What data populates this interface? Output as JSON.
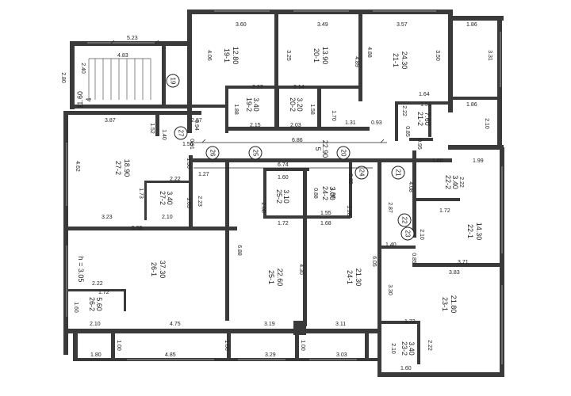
{
  "rooms": [
    {
      "id": "r19_1",
      "number": "19-1",
      "area": "12.80"
    },
    {
      "id": "r20_1",
      "number": "20-1",
      "area": "13.90"
    },
    {
      "id": "r21_1",
      "number": "21-1",
      "area": "24.30"
    },
    {
      "id": "r19_2",
      "number": "19-2",
      "area": "3.40"
    },
    {
      "id": "r20_2",
      "number": "20-2",
      "area": "3.20"
    },
    {
      "id": "r21_2",
      "number": "21-2",
      "area": "7.60"
    },
    {
      "id": "r27_2",
      "number": "27-2",
      "area": "18.90"
    },
    {
      "id": "r27_2b",
      "number": "27-2",
      "area": "3.40"
    },
    {
      "id": "r5",
      "number": "5",
      "area": "22.90"
    },
    {
      "id": "r25_2",
      "number": "25-2",
      "area": "3.10"
    },
    {
      "id": "r24_2",
      "number": "24-2",
      "area": "3.00"
    },
    {
      "id": "r22_2",
      "number": "22-2",
      "area": "3.40"
    },
    {
      "id": "r22_1",
      "number": "22-1",
      "area": "14.30"
    },
    {
      "id": "r26_1",
      "number": "26-1",
      "area": "37.30"
    },
    {
      "id": "r25_1",
      "number": "25-1",
      "area": "22.60"
    },
    {
      "id": "r24_1",
      "number": "24-1",
      "area": "21.30"
    },
    {
      "id": "r23_1",
      "number": "23-1",
      "area": "21.80"
    },
    {
      "id": "r26_2",
      "number": "26-2",
      "area": "5.60"
    },
    {
      "id": "r23_2",
      "number": "23-2",
      "area": "3.40"
    },
    {
      "id": "r4",
      "number": "4",
      "area": "11.60"
    }
  ],
  "markers": [
    "19",
    "27",
    "26",
    "25",
    "20",
    "24",
    "21",
    "22",
    "23"
  ],
  "height_note": "h = 3.05",
  "dimensions": {
    "d523": "5.23",
    "d483": "4.83",
    "d360": "3.60",
    "d349": "3.49",
    "d357": "3.57",
    "d186a": "1.86",
    "d406": "4.06",
    "d325": "3.25",
    "d489": "4.89",
    "d488": "4.88",
    "d350": "3.50",
    "d331": "3.31",
    "d240": "2.40",
    "d280": "2.80",
    "d227": "2.27",
    "d214": "2.14",
    "d188a": "1.88",
    "d158": "1.58",
    "d170": "1.70",
    "d164": "1.64",
    "d151": "1.51",
    "d186b": "1.86",
    "d222a": "2.22",
    "d210a": "2.10",
    "d387": "3.87",
    "d152": "1.52",
    "d287": "2.87",
    "d215": "2.15",
    "d203": "2.03",
    "d131": "1.31",
    "d093": "0.93",
    "d140": "1.40",
    "d156": "1.56",
    "d094": "0.94",
    "d085a": "0.85",
    "d095": "0.95",
    "d686": "6.86",
    "d462": "4.62",
    "d091": "0.91",
    "d130": "1.30",
    "d674": "6.74",
    "d160a": "1.60",
    "d160b": "1.60",
    "d199": "1.99",
    "d222b": "2.22",
    "d173": "1.73",
    "d163": "1.63",
    "d223": "2.23",
    "d127": "1.27",
    "d085b": "0.85",
    "d208": "2.08",
    "d195": "1.95",
    "d088": "0.88",
    "d155": "1.55",
    "d128": "1.28",
    "d210b": "2.10",
    "d323": "3.23",
    "d172a": "1.72",
    "d168": "1.68",
    "d408": "4.08",
    "d222c": "2.22",
    "d287b": "2.87",
    "d172b": "1.72",
    "d555": "5.55",
    "d688": "6.88",
    "d430": "4.30",
    "d605": "6.05",
    "d140b": "1.40",
    "d085c": "0.85",
    "d371": "3.71",
    "d383": "3.83",
    "d330": "3.30",
    "d222d": "2.22",
    "d160c": "1.60",
    "d172c": "1.72",
    "d475": "4.75",
    "d319": "3.19",
    "d311": "3.11",
    "d210c": "2.10",
    "d172d": "1.72",
    "d210d": "2.10",
    "d222e": "2.22",
    "d180": "1.80",
    "d100a": "1.00",
    "d485": "4.85",
    "d100b": "1.00",
    "d329": "3.29",
    "d100c": "1.00",
    "d303": "3.03",
    "d160d": "1.60"
  }
}
